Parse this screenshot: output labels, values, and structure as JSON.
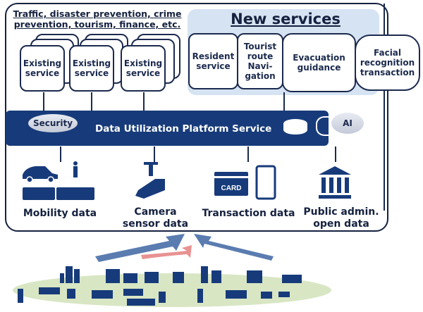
{
  "existing": {
    "heading": "Traffic, disaster prevention, crime prevention, tourism, finance, etc.",
    "services": [
      "Existing service",
      "Existing service",
      "Existing service"
    ]
  },
  "new_services": {
    "title": "New services",
    "items": [
      "Resident service",
      "Tourist route Navi-gation",
      "Evacuation guidance",
      "Facial recognition transaction"
    ]
  },
  "platform": {
    "title": "Data Utilization Platform Service",
    "security_label": "Security",
    "ai_label": "AI",
    "color": "#173b7a"
  },
  "data_sources": [
    {
      "label": "Mobility data",
      "icon": "mobility-icon"
    },
    {
      "label": "Camera sensor data",
      "icon": "camera-icon"
    },
    {
      "label": "Transaction data",
      "icon": "card-phone-icon",
      "card_text": "CARD"
    },
    {
      "label": "Public admin. open data",
      "icon": "government-building-icon"
    }
  ],
  "city": {
    "icon": "city-skyline-icon"
  }
}
